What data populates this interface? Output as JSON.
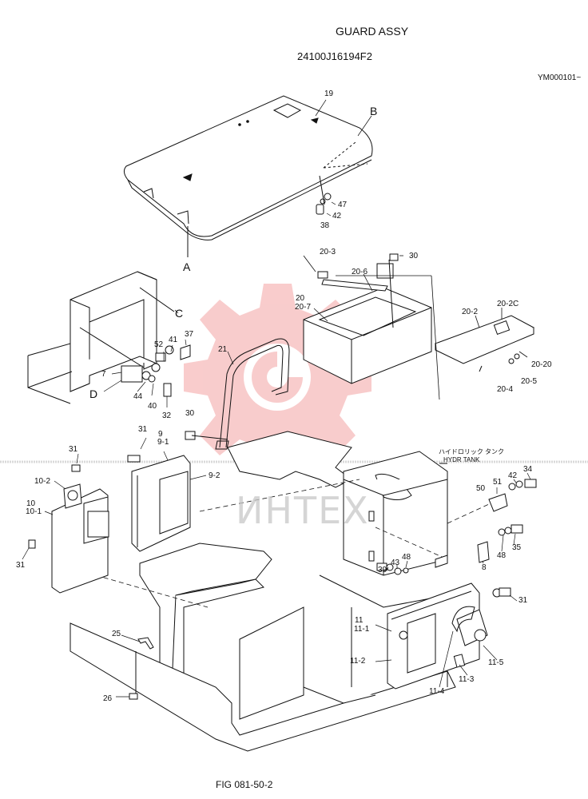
{
  "header": {
    "title": "GUARD ASSY",
    "part_number": "24100J16194F2",
    "serial": "YM000101~"
  },
  "footer": {
    "figure": "FIG 081-50-2"
  },
  "watermark": {
    "text": "ИНТЕХ",
    "color": "#f4a3a3"
  },
  "tank": {
    "jp": "ハイドロリック タンク",
    "en": "HYDR TANK"
  },
  "callouts": {
    "l19": "19",
    "lB": "B",
    "l47": "47",
    "l42a": "42",
    "l38": "38",
    "lA": "A",
    "l20_3": "20-3",
    "l30a": "30",
    "l20_6": "20-6",
    "l20": "20",
    "l20_7": "20-7",
    "l20_2": "20-2",
    "l20_2C": "20-2C",
    "l20_20": "20-20",
    "l20_5": "20-5",
    "l20_4": "20-4",
    "lC": "C",
    "l52": "52",
    "l41": "41",
    "l37": "37",
    "l7": "7",
    "lD": "D",
    "l44": "44",
    "l40": "40",
    "l32": "32",
    "l21": "21",
    "l30b": "30",
    "l31a": "31",
    "l9": "9",
    "l9_1": "9-1",
    "l9_2": "9-2",
    "l31b": "31",
    "l10_2": "10-2",
    "l10": "10",
    "l10_1": "10-1",
    "l31c": "31",
    "l34": "34",
    "l42b": "42",
    "l51": "51",
    "l50": "50",
    "l35": "35",
    "l48a": "48",
    "l8": "8",
    "l48b": "48",
    "l43": "43",
    "l39": "39",
    "l31d": "31",
    "l11": "11",
    "l11_1": "11-1",
    "l11_2": "11-2",
    "l11_5": "11-5",
    "l11_3": "11-3",
    "l11_4": "11-4",
    "l25": "25",
    "l26": "26"
  }
}
